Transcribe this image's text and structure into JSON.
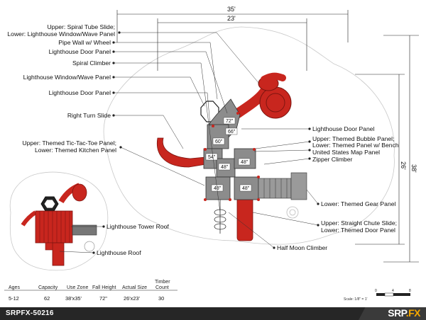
{
  "dimensions": {
    "overall_width": "35'",
    "inner_width": "23'",
    "overall_depth": "38'",
    "inner_depth": "26'"
  },
  "labels_left": {
    "spiral_tube_slide": "Upper: Spiral Tube Slide;",
    "lighthouse_window_wave_lower": "Lower: Lighthouse Window/Wave Panel",
    "pipe_wall": "Pipe Wall w/ Wheel",
    "lighthouse_door_1": "Lighthouse Door Panel",
    "spiral_climber": "Spiral Climber",
    "lighthouse_window_wave": "Lighthouse Window/Wave Panel",
    "lighthouse_door_2": "Lighthouse Door Panel",
    "right_turn_slide": "Right Turn Slide",
    "tic_tac_toe": "Upper: Themed Tic-Tac-Toe Panel;",
    "kitchen_panel": "Lower: Themed Kitchen Panel"
  },
  "labels_right": {
    "lighthouse_door_3": "Lighthouse Door Panel",
    "bubble_panel": "Upper: Themed Bubble Panel;",
    "panel_bench": "Lower: Themed Panel w/ Bench",
    "us_map": "United States Map Panel",
    "zipper_climber": "Zipper Climber",
    "gear_panel": "Lower: Themed Gear Panel",
    "straight_chute": "Upper: Straight Chute Slide;",
    "door_panel": "Lower: Themed Door Panel",
    "half_moon": "Half Moon Climber"
  },
  "labels_inset": {
    "tower_roof": "Lighthouse Tower Roof",
    "lighthouse_roof": "Lighthouse Roof"
  },
  "deck_heights": [
    "72\"",
    "66\"",
    "60\"",
    "54\"",
    "48\"",
    "48\"",
    "48\"",
    "48\""
  ],
  "specs": {
    "headers": [
      "Ages",
      "Capacity",
      "Use Zone",
      "Fall Height",
      "Actual Size",
      "Timber Count"
    ],
    "timber_header_line1": "Timber",
    "timber_header_line2": "Count",
    "values": [
      "5-12",
      "62",
      "38'x35'",
      "72\"",
      "26'x23'",
      "30"
    ]
  },
  "scale": {
    "text": "Scale: 1/8\" = 1'",
    "ticks": [
      "0",
      "4",
      "8"
    ]
  },
  "footer": {
    "model": "SRPFX-50216",
    "logo_main": "SRP",
    "logo_accent": ".FX"
  },
  "colors": {
    "slide_red": "#c8261e",
    "deck_gray": "#8c8c8c",
    "footer_bg": "#262626",
    "accent": "#f5a800"
  }
}
